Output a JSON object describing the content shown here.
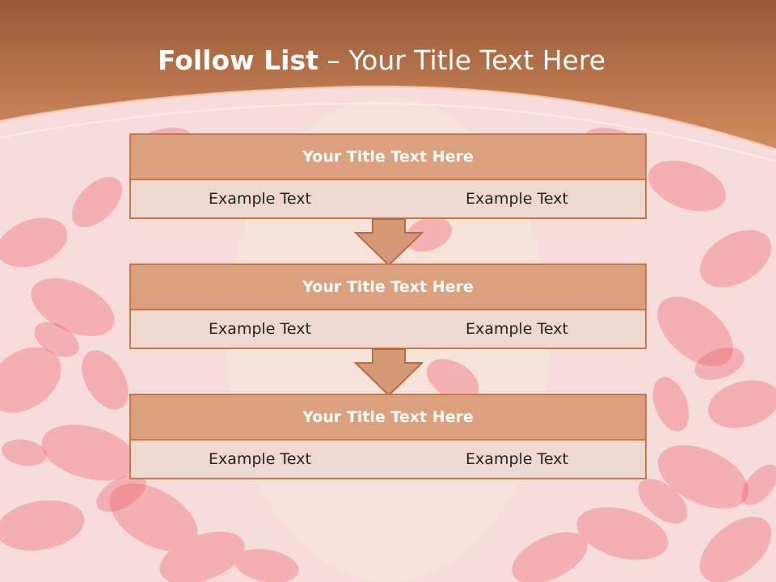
{
  "title": {
    "bold": "Follow List",
    "rest": "– Your Title Text Here"
  },
  "colors": {
    "header_top": "#975a36",
    "header_bottom": "#d48b5e",
    "box_header": "#dba07e",
    "box_border": "#c9754a",
    "petal": "#f08a90",
    "arrow": "#d49a78"
  },
  "steps": [
    {
      "title": "Your Title Text Here",
      "left": "Example Text",
      "right": "Example Text"
    },
    {
      "title": "Your Title Text Here",
      "left": "Example Text",
      "right": "Example Text"
    },
    {
      "title": "Your Title Text Here",
      "left": "Example Text",
      "right": "Example Text"
    }
  ]
}
